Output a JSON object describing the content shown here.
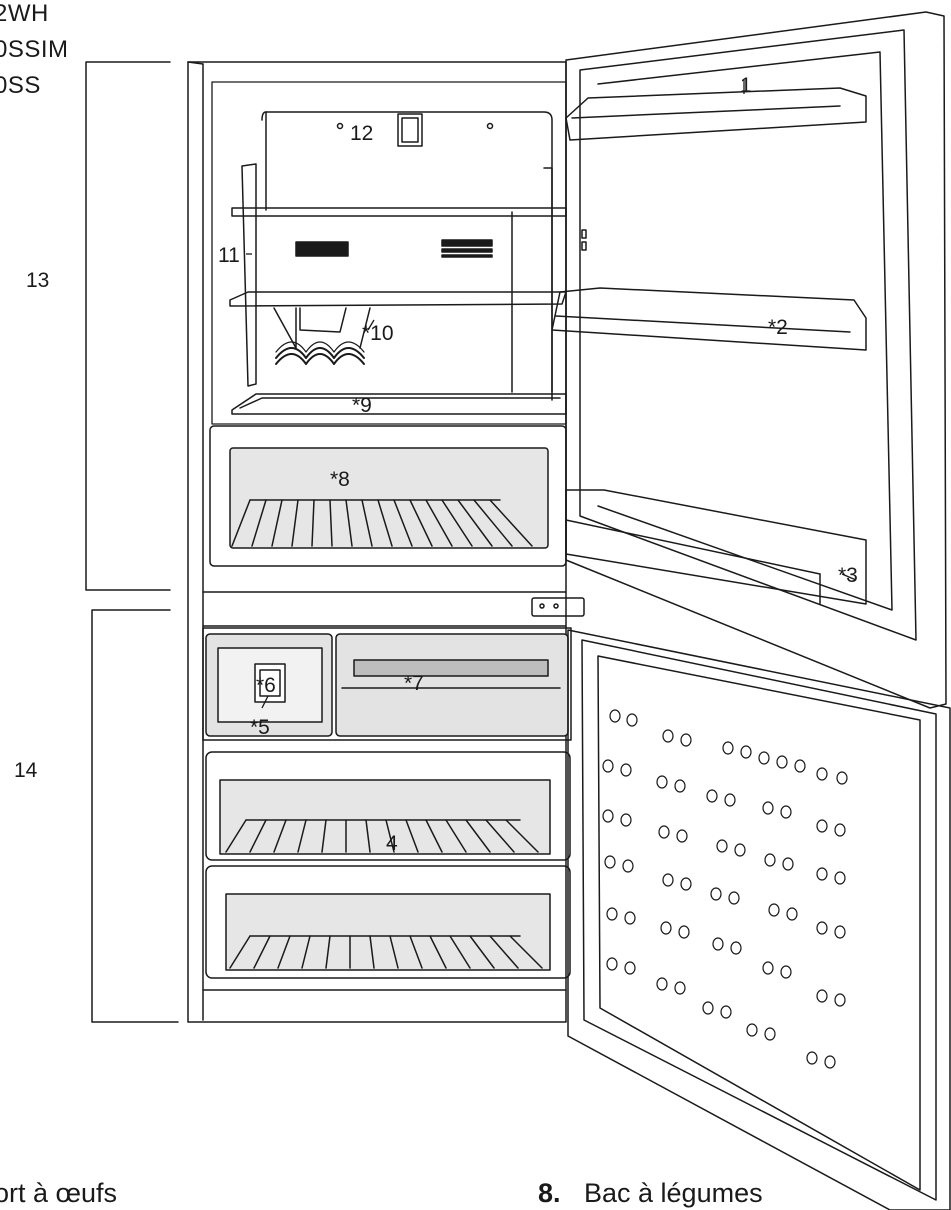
{
  "models": [
    "2WH",
    "0SSIM",
    "0SS"
  ],
  "section_labels": {
    "upper": "13",
    "lower": "14"
  },
  "callouts": {
    "c1": "1",
    "c2": "*2",
    "c3": "*3",
    "c4": "4",
    "c5": "*5",
    "c6": "*6",
    "c7": "*7",
    "c8": "*8",
    "c9": "*9",
    "c10": "*10",
    "c11": "11",
    "c12": "12"
  },
  "legend_partial": {
    "left_text": "ort à œufs",
    "right_number": "8.",
    "right_text": "Bac à légumes"
  }
}
